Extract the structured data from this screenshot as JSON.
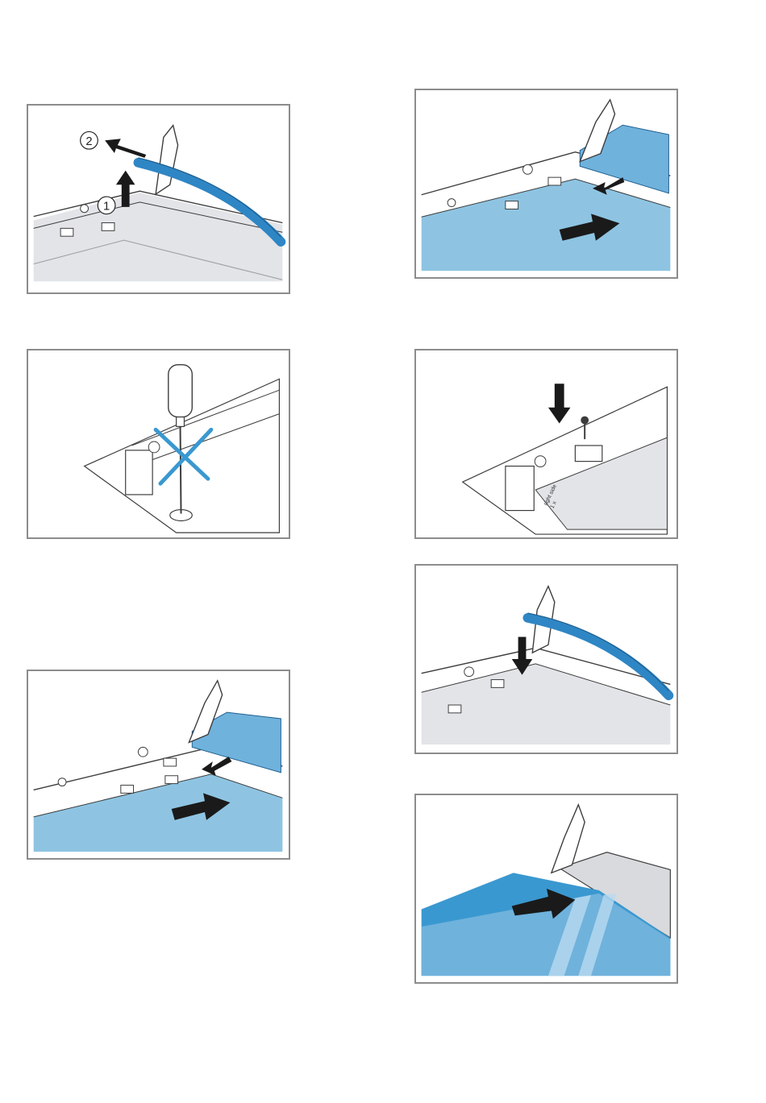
{
  "colors": {
    "frame": "#8c8c8c",
    "line": "#3c3c3c",
    "seal_blue": "#2f86c4",
    "glass_blue": "#8ec4e2",
    "glass_dark": "#3a98d0",
    "panel_light_blue": "#6fb2dc",
    "grey_fill": "#e2e4e8",
    "arrow": "#1a1a1a"
  },
  "icons": [
    "up-arrow-icon",
    "left-arrow-icon",
    "down-arrow-icon",
    "right-arrow-icon",
    "prohibited-cross-icon",
    "screwdriver-icon",
    "screw-icon"
  ],
  "panels": [
    {
      "id": "remove-seal",
      "steps": [
        {
          "label": "2"
        },
        {
          "label": "1"
        }
      ]
    },
    {
      "id": "insert-glass-right"
    },
    {
      "id": "do-not-unscrew"
    },
    {
      "id": "screw-clip"
    },
    {
      "id": "press-seal"
    },
    {
      "id": "insert-glass-left"
    },
    {
      "id": "slide-inner-glass"
    }
  ],
  "clip_label": {
    "line1": "right side",
    "line2": "1 x"
  }
}
